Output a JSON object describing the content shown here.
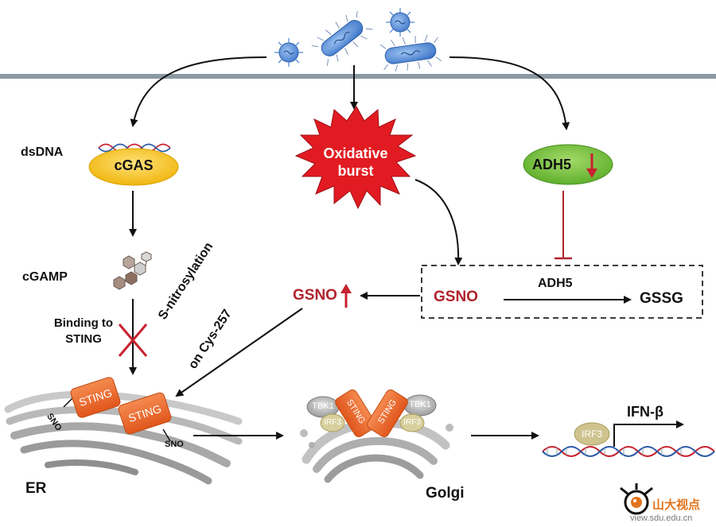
{
  "labels": {
    "dsDNA": "dsDNA",
    "cGAS": "cGAS",
    "cGAMP": "cGAMP",
    "binding_line1": "Binding to",
    "binding_line2": "STING",
    "oxidative_line1": "Oxidative",
    "oxidative_line2": "burst",
    "adh5_node": "ADH5",
    "gsno_left": "GSNO",
    "gsno_box": "GSNO",
    "adh5_box": "ADH5",
    "gssg": "GSSG",
    "snitro_line1": "S-nitrosylation",
    "snitro_line2": "on Cys-257",
    "sting_1": "STING",
    "sting_2": "STING",
    "sting_g1": "STING",
    "sting_g2": "STING",
    "sno_1": "SNO",
    "sno_2": "SNO",
    "tbk1_left": "TBK1",
    "tbk1_right": "TBK1",
    "irf3_left": "IRF3",
    "irf3_right": "IRF3",
    "irf3_dna": "IRF3",
    "ifn": "IFN-β",
    "er": "ER",
    "golgi": "Golgi"
  },
  "watermark": {
    "text_cn": "山大视点",
    "url": "view.sdu.edu.cn"
  },
  "colors": {
    "membrane": "#8a9aa2",
    "cgas_fill": "#f3c21c",
    "adh5_fill": "#78c042",
    "burst_fill": "#e21b22",
    "sting_fill": "#ec6a2c",
    "accent_red": "#b0232d",
    "dna_red": "#c8212f",
    "dna_blue": "#2b5aa8",
    "pathogen_blue": "#5a8fd8"
  },
  "icons": [
    "virus-icon",
    "bacterium-icon",
    "dna-helix-icon",
    "er-membrane-icon",
    "golgi-icon",
    "camera-logo-icon"
  ]
}
